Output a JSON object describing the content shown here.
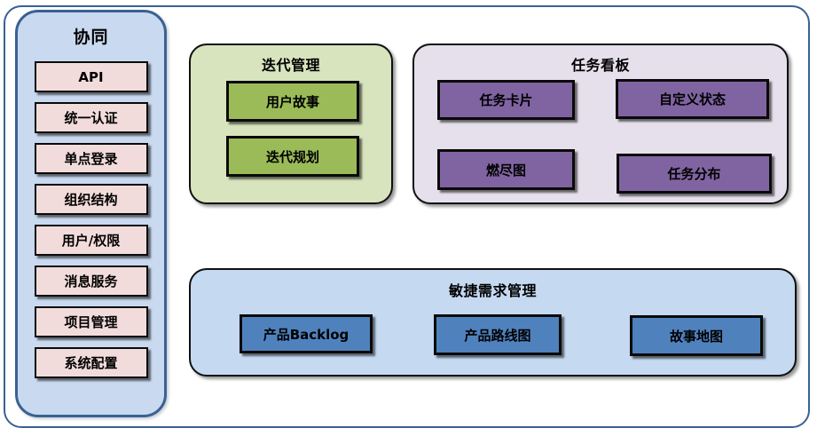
{
  "diagram": {
    "sidebar": {
      "title": "协同",
      "items": [
        {
          "label": "API"
        },
        {
          "label": "统一认证"
        },
        {
          "label": "单点登录"
        },
        {
          "label": "组织结构"
        },
        {
          "label": "用户/权限"
        },
        {
          "label": "消息服务"
        },
        {
          "label": "项目管理"
        },
        {
          "label": "系统配置"
        }
      ]
    },
    "groups": [
      {
        "title": "迭代管理",
        "items": [
          {
            "label": "用户故事"
          },
          {
            "label": "迭代规划"
          }
        ]
      },
      {
        "title": "任务看板",
        "items": [
          {
            "label": "任务卡片"
          },
          {
            "label": "自定义状态"
          },
          {
            "label": "燃尽图"
          },
          {
            "label": "任务分布"
          }
        ]
      },
      {
        "title": "敏捷需求管理",
        "items": [
          {
            "label": "产品Backlog"
          },
          {
            "label": "产品路线图"
          },
          {
            "label": "故事地图"
          }
        ]
      }
    ],
    "colors": {
      "frame_border": "#3a6191",
      "sidebar_fill": "#c9d9f0",
      "sidebar_item_fill": "#f2dcdb",
      "iteration_group_fill": "#d7e4bd",
      "iteration_item_fill": "#9bbb59",
      "taskboard_group_fill": "#e6e0ec",
      "taskboard_item_fill": "#8064a2",
      "agile_group_fill": "#c5d9f1",
      "agile_item_fill": "#4f81bd",
      "box_border": "#0a0a0a",
      "text": "#000000"
    }
  }
}
